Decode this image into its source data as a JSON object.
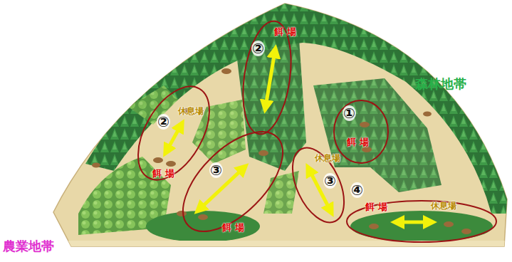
{
  "diagram": {
    "nodes": [
      {
        "text": [
          "②",
          "餌 場"
        ]
      },
      {
        "text": [
          "②",
          "休息場",
          "餌 場"
        ]
      },
      {
        "text": [
          "①",
          "餌 場"
        ]
      },
      {
        "text": [
          "③",
          "餌 場"
        ]
      },
      {
        "text": [
          "休息場",
          "③"
        ]
      },
      {
        "text": [
          "④",
          "餌 場",
          "休息場"
        ]
      }
    ],
    "labels": [
      "森林地帯",
      "農業地帯"
    ]
  }
}
